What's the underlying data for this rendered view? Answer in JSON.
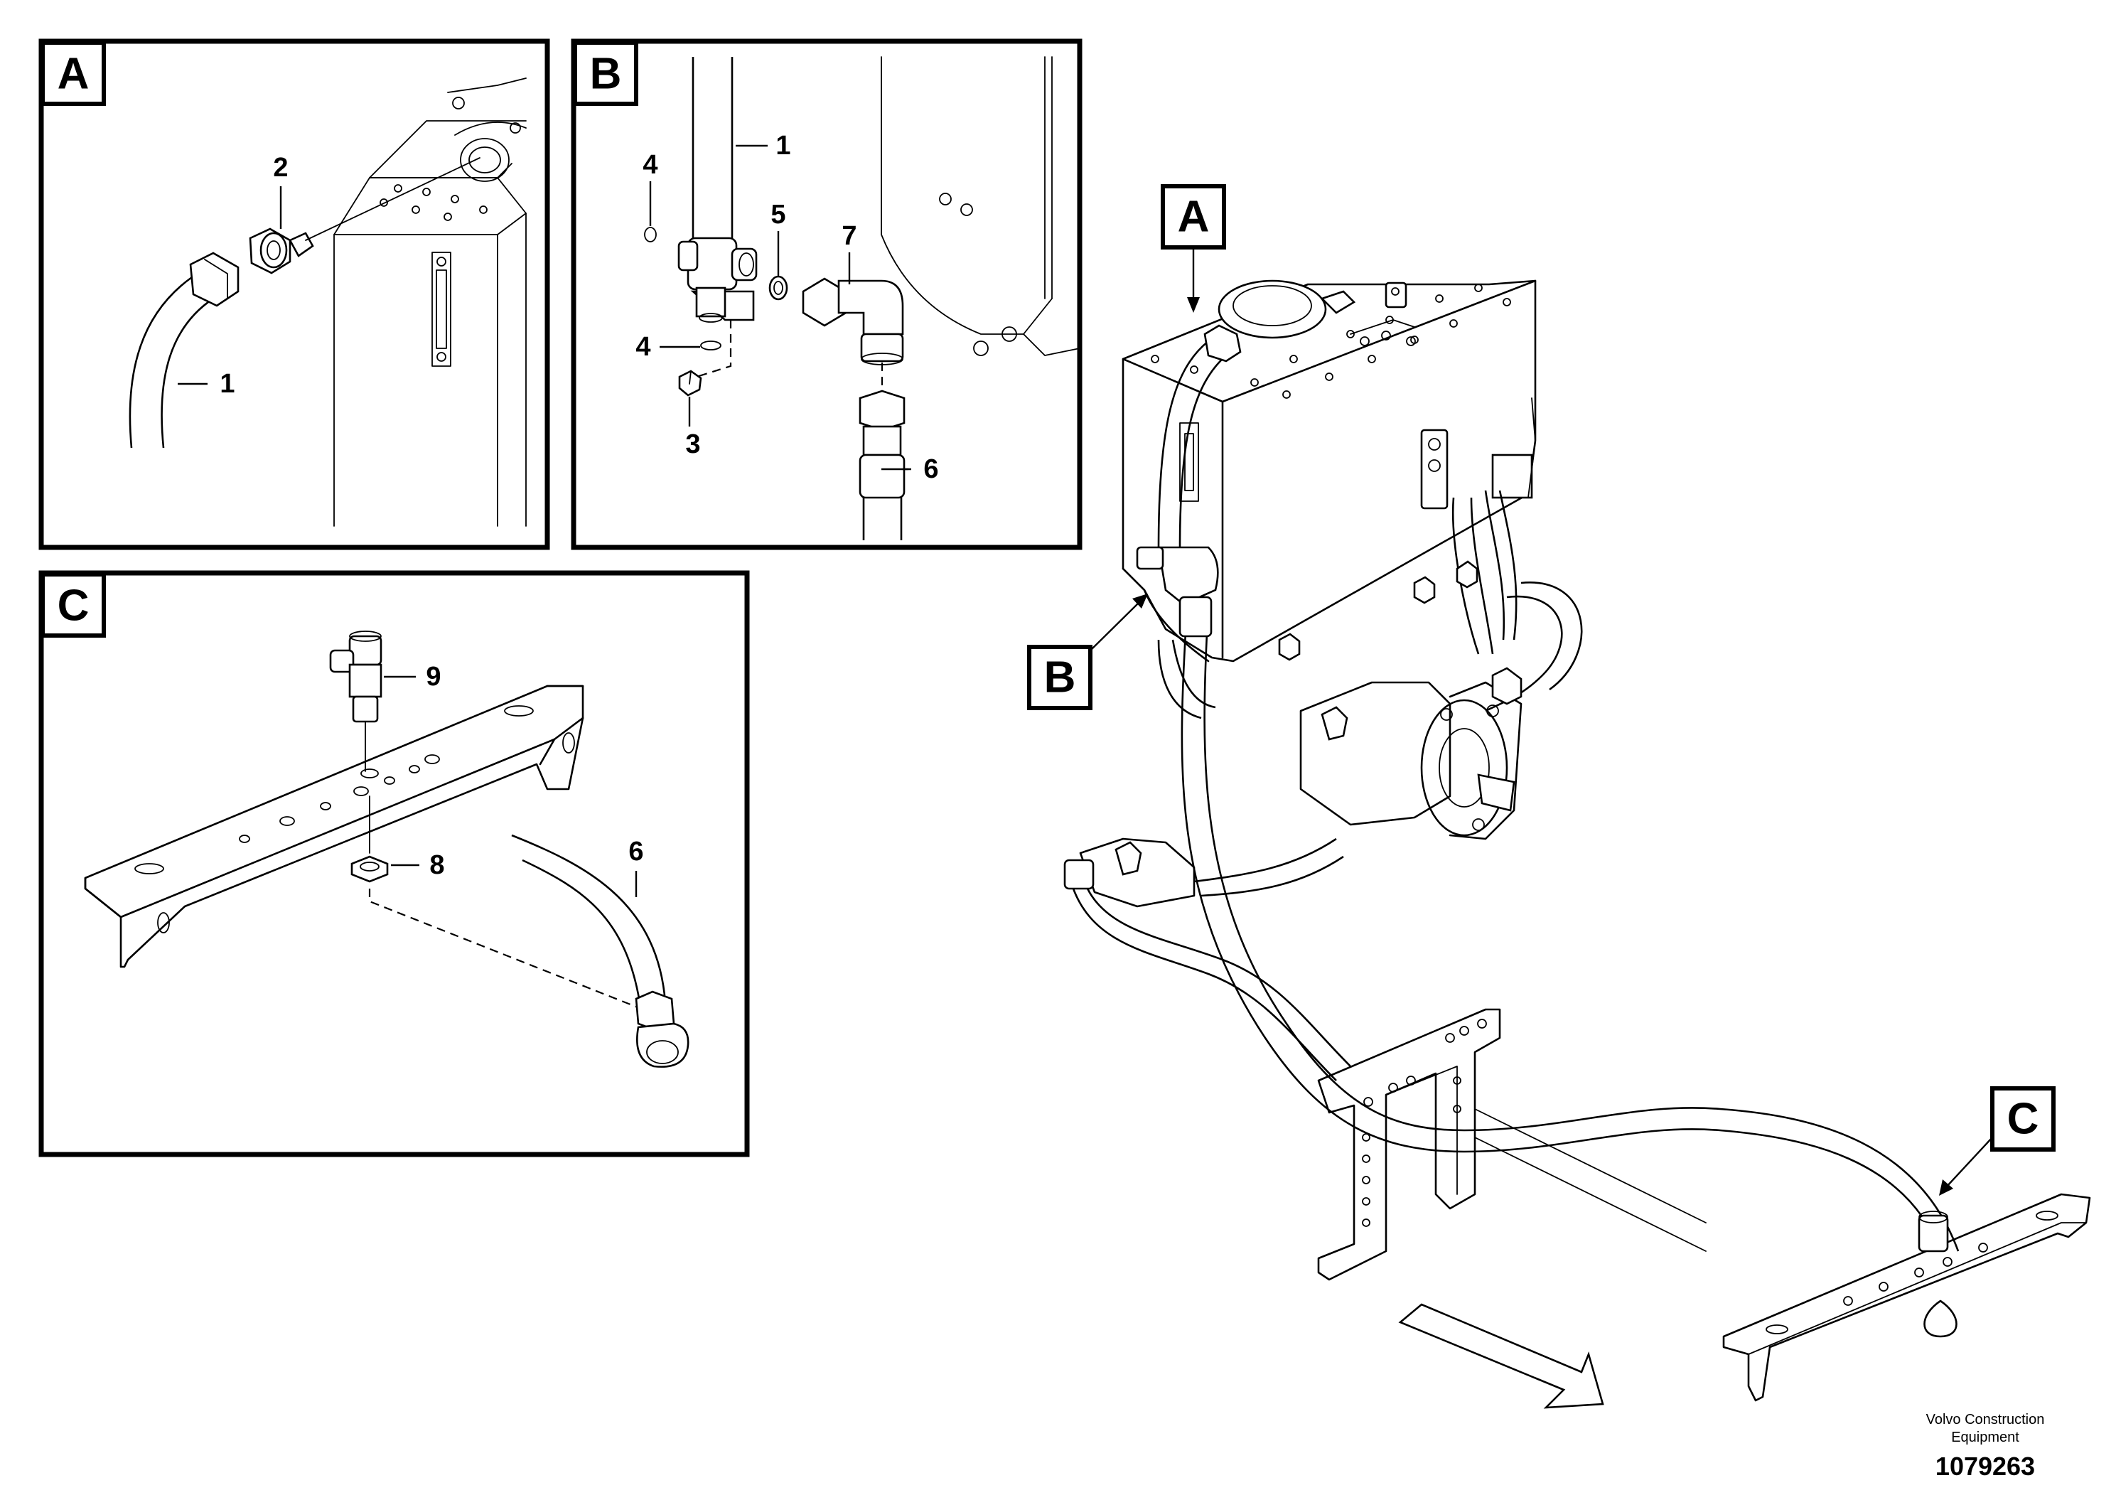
{
  "panels": [
    {
      "id": "A",
      "label": "A"
    },
    {
      "id": "B",
      "label": "B"
    },
    {
      "id": "C",
      "label": "C"
    }
  ],
  "main_callouts": [
    {
      "id": "A",
      "label": "A"
    },
    {
      "id": "B",
      "label": "B"
    },
    {
      "id": "C",
      "label": "C"
    }
  ],
  "part_numbers": {
    "a": [
      "2",
      "1"
    ],
    "b": [
      "1",
      "4",
      "5",
      "7",
      "4",
      "3",
      "6"
    ],
    "c": [
      "9",
      "8",
      "6"
    ]
  },
  "footer": {
    "credit_line1": "Volvo Construction",
    "credit_line2": "Equipment",
    "document_number": "1079263"
  }
}
